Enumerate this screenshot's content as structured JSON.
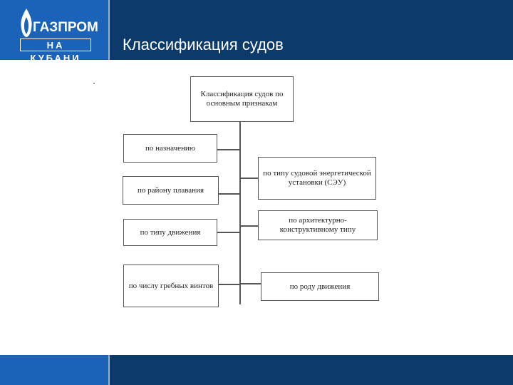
{
  "header": {
    "logo_word": "ГАЗПРОМ",
    "logo_sub": "НА КУБАНИ",
    "title": "Классификация судов",
    "colors": {
      "header_bg": "#0b3a6b",
      "logo_bg": "#1a63b8"
    }
  },
  "diagram": {
    "root": "Классификация судов по основным признакам",
    "left": [
      "по назначению",
      "по району плавания",
      "по типу движения",
      "по числу гребных винтов"
    ],
    "right": [
      "по типу судовой энергетической установки (СЭУ)",
      "по архитектурно-конструктивному типу",
      "по роду движения"
    ]
  }
}
